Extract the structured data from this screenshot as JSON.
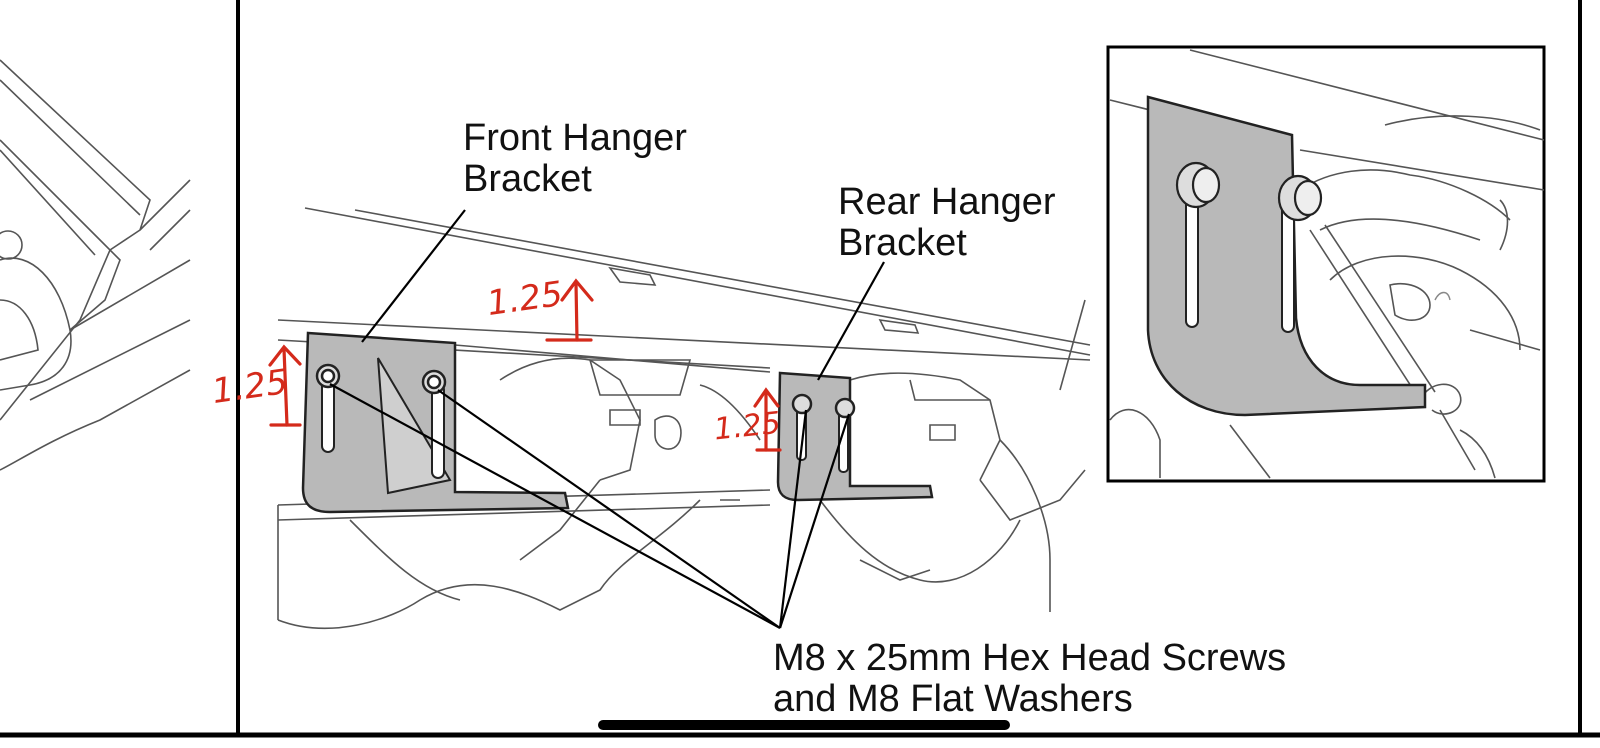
{
  "labels": {
    "front_hanger_line1": "Front Hanger",
    "front_hanger_line2": "Bracket",
    "rear_hanger_line1": "Rear Hanger",
    "rear_hanger_line2": "Bracket",
    "screws_line1": "M8 x 25mm Hex Head Screws",
    "screws_line2": "and M8 Flat Washers"
  },
  "handwritten_notes": {
    "note_front_left": "1.25",
    "note_front_top": "1.25",
    "note_rear": "1.25"
  },
  "colors": {
    "ink": "#111111",
    "bracket_fill": "#b9b9b9",
    "annotation_red": "#d42a1b"
  }
}
